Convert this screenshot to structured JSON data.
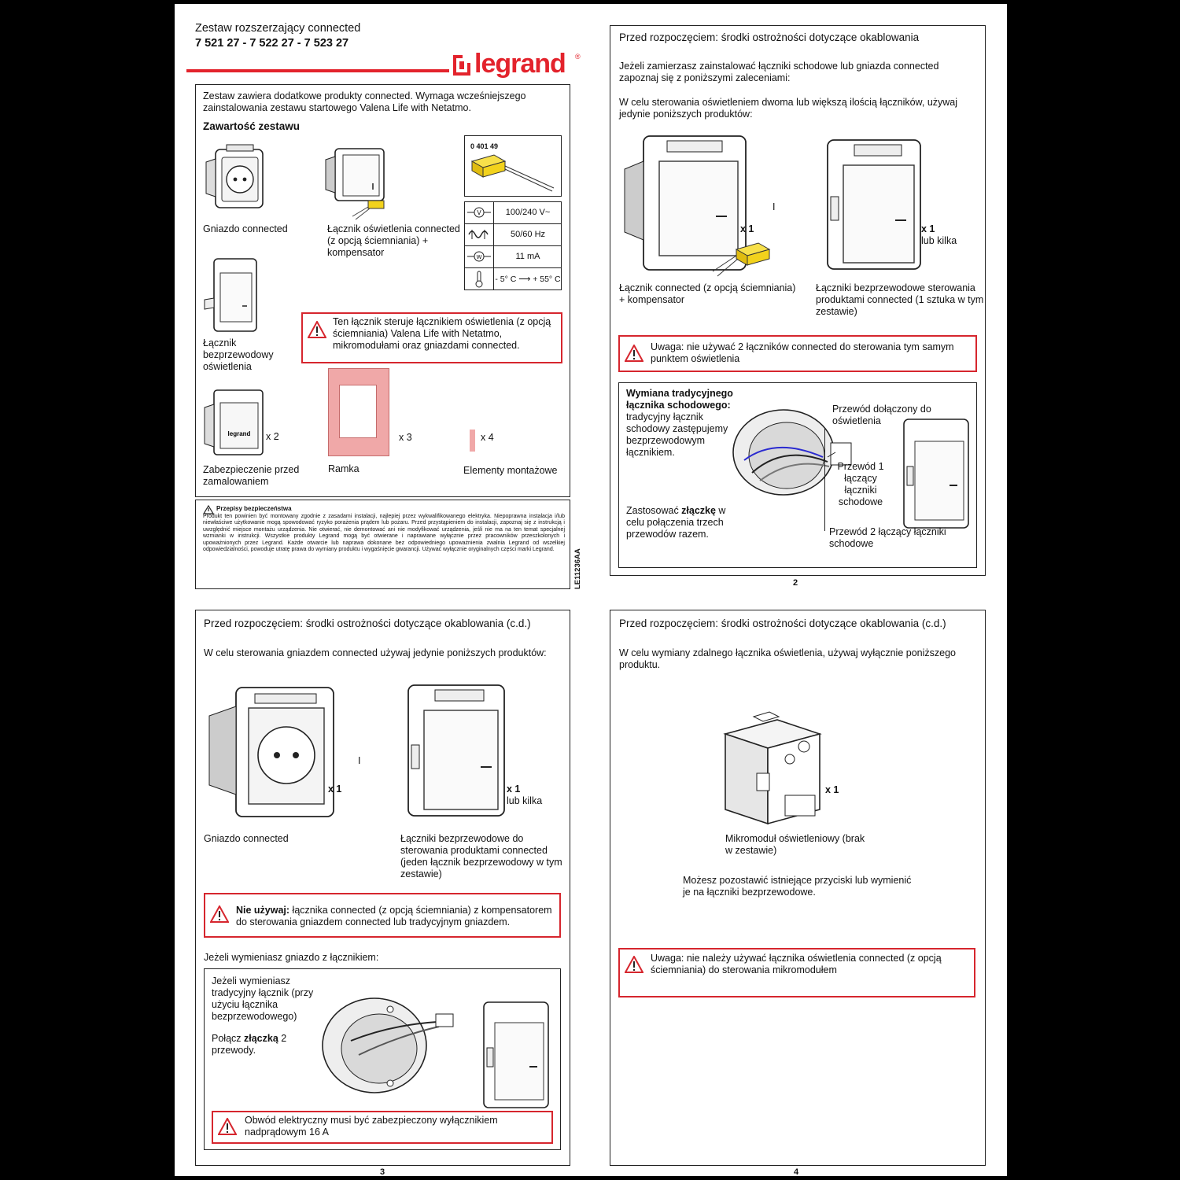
{
  "header": {
    "title": "Zestaw rozszerzający connected",
    "refs": "7 521 27 - 7 522 27 - 7 523 27",
    "brand": "legrand",
    "brand_mark": "®"
  },
  "p1": {
    "intro": "Zestaw zawiera dodatkowe produkty connected. Wymaga wcześniejszego zainstalowania zestawu startowego Valena Life with Netatmo.",
    "contents_title": "Zawartość zestawu",
    "socket": "Gniazdo connected",
    "dimmer": "Łącznik oświetlenia connected (z opcją ściemniania) + kompensator",
    "compensator_ref": "0 401 49",
    "specs": [
      {
        "icon": "voltage-icon",
        "value": "100/240 V~"
      },
      {
        "icon": "frequency-icon",
        "value": "50/60 Hz"
      },
      {
        "icon": "current-icon",
        "value": "11 mA"
      },
      {
        "icon": "temperature-icon",
        "value": "- 5° C ⟶ + 55° C"
      }
    ],
    "wireless_switch": "Łącznik bezprzewodowy oświetlenia",
    "warning": "Ten łącznik steruje łącznikiem oświetlenia (z opcją ściemniania) Valena Life with Netatmo, mikromodułami oraz gniazdami connected.",
    "paint_cover": "Zabezpieczenie przed zamalowaniem",
    "paint_qty": "x 2",
    "frame": "Ramka",
    "frame_qty": "x 3",
    "mounting": "Elementy montażowe",
    "mounting_qty": "x 4",
    "safety_title": "Przepisy bezpieczeństwa",
    "safety_text": "Produkt ten powinien być montowany zgodnie z zasadami instalacji, najlepiej przez wykwalifikowanego elektryka. Niepoprawna instalacja i/lub niewłaściwe użytkowanie mogą spowodować ryzyko porażenia prądem lub pożaru. Przed przystąpieniem do instalacji, zapoznaj się z instrukcją i uwzględnić miejsce montażu urządzenia. Nie otwierać, nie demontować ani nie modyfikować urządzenia, jeśli nie ma na ten temat specjalnej wzmianki w instrukcji. Wszystkie produkty Legrand mogą być otwierane i naprawiane wyłącznie przez pracowników przeszkolonych i upoważnionych przez Legrand. Każde otwarcie lub naprawa dokonane bez odpowiedniego upoważnienia zwalnia Legrand od wszelkiej odpowiedzialności, powoduje utratę prawa do wymiany produktu i wygaśnięcie gwarancji. Używać wyłącznie oryginalnych części marki Legrand.",
    "doc_code": "LE11236AA"
  },
  "p2": {
    "title": "Przed rozpoczęciem: środki ostrożności dotyczące okablowania",
    "intro": "Jeżeli zamierzasz zainstalować łączniki schodowe lub gniazda connected zapoznaj się z poniższymi zaleceniami:",
    "lead": "W celu sterowania oświetleniem dwoma lub większą ilością łączników, używaj jedynie poniższych produktów:",
    "sep": "I",
    "qty1": "x 1",
    "qty2": "x 1",
    "qty2_more": "lub kilka",
    "cap1": "Łącznik connected (z opcją ściemniania) + kompensator",
    "cap2": "Łączniki bezprzewodowe sterowania produktami connected (1 sztuka w tym zestawie)",
    "warning": "Uwaga: nie używać 2 łączników connected do sterowania tym samym punktem oświetlenia",
    "repl_title": "Wymiana tradycyjnego łącznika schodowego:",
    "repl_text": "tradycyjny łącznik schodowy zastępujemy bezprzewodowym łącznikiem.",
    "conn_pre": "Zastosować ",
    "conn_bold": "złączkę",
    "conn_post": " w celu połączenia trzech przewodów razem.",
    "wire1": "Przewód dołączony do oświetlenia",
    "wire2": "Przewód 1 łączący łączniki schodowe",
    "wire3": "Przewód 2 łączący łączniki schodowe",
    "page": "2"
  },
  "p3": {
    "title": "Przed rozpoczęciem: środki ostrożności dotyczące okablowania (c.d.)",
    "lead": "W celu sterowania gniazdem connected używaj jedynie poniższych produktów:",
    "sep": "I",
    "qty1": "x 1",
    "qty2": "x 1",
    "qty2_more": "lub kilka",
    "cap1": "Gniazdo connected",
    "cap2": "Łączniki bezprzewodowe do sterowania produktami connected (jeden łącznik bezprzewodowy w tym zestawie)",
    "warn_bold": "Nie używaj:",
    "warn_text": " łącznika connected (z opcją ściemniania) z kompensatorem do sterowania gniazdem connected lub tradycyjnym gniazdem.",
    "replace_lead": "Jeżeli wymieniasz gniazdo z łącznikiem:",
    "box_text1": "Jeżeli wymieniasz tradycyjny łącznik (przy użyciu łącznika bezprzewodowego)",
    "box_pre": "Połącz ",
    "box_bold": "złączką",
    "box_post": " 2 przewody.",
    "warn2": "Obwód elektryczny musi być zabezpieczony wyłącznikiem nadprądowym 16 A",
    "page": "3"
  },
  "p4": {
    "title": "Przed rozpoczęciem: środki ostrożności dotyczące okablowania (c.d.)",
    "lead": "W celu wymiany zdalnego łącznika oświetlenia, używaj wyłącznie poniższego produktu.",
    "qty": "x 1",
    "cap": "Mikromoduł oświetleniowy (brak w zestawie)",
    "note": "Możesz pozostawić istniejące przyciski lub wymienić je na łączniki bezprzewodowe.",
    "warning": "Uwaga: nie należy używać łącznika oświetlenia connected (z opcją ściemniania) do sterowania mikromodułem",
    "page": "4"
  },
  "colors": {
    "accent": "#e3232c",
    "warning_border": "#d6262e",
    "compensator": "#f2d21c",
    "frame": "#f0a8a8"
  }
}
